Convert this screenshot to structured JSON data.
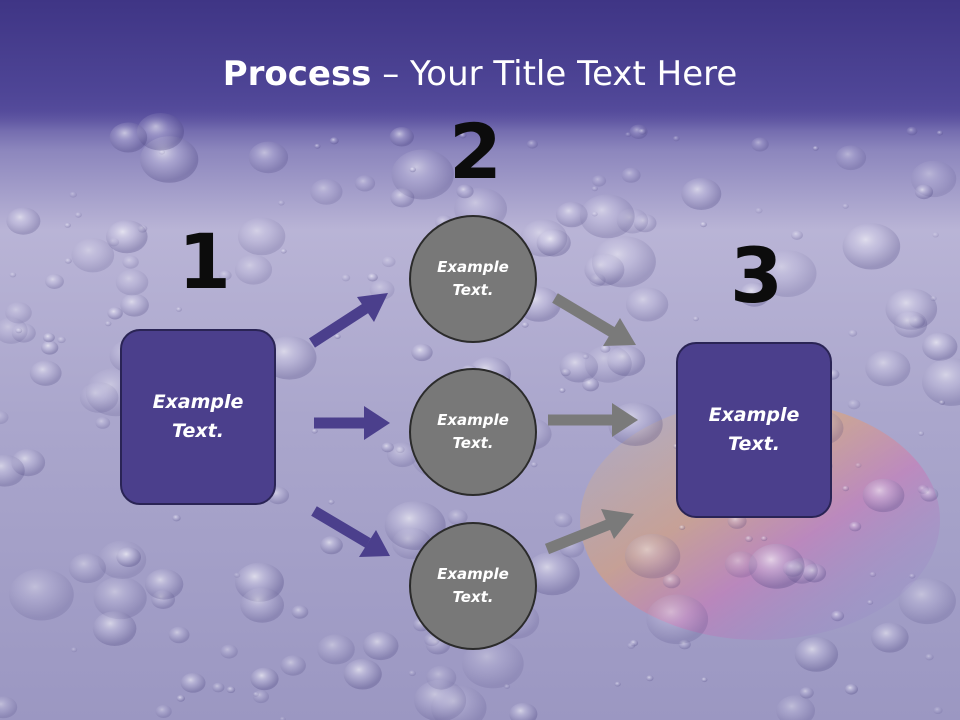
{
  "title": {
    "bold": "Process",
    "rest": " – Your Title Text Here"
  },
  "steps": [
    {
      "number": "1",
      "label": "Example\nText."
    },
    {
      "number": "2",
      "label": "Example\nText."
    },
    {
      "number": "3",
      "label": "Example\nText."
    }
  ],
  "circles": [
    {
      "label": "Example\nText."
    },
    {
      "label": "Example\nText."
    },
    {
      "label": "Example\nText."
    }
  ],
  "colors": {
    "header": "#4a3f8f",
    "box_fill": "#4b3f8c",
    "circle_fill": "#787878",
    "left_arrow": "#4b3f8c",
    "right_arrow": "#7a7a7a"
  }
}
